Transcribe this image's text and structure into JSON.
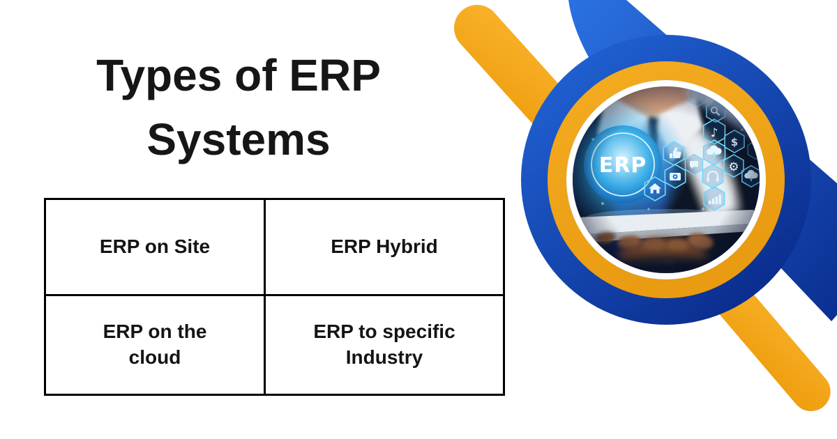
{
  "title": {
    "line1": "Types of ERP",
    "line2": "Systems"
  },
  "table": {
    "rows": [
      [
        "ERP on Site",
        "ERP Hybrid"
      ],
      [
        "ERP on the cloud",
        "ERP to specific Industry"
      ]
    ]
  },
  "illustration": {
    "erp_label": "ERP",
    "glyphs": {
      "music": "♪",
      "dollar": "$",
      "gear": "⚙"
    },
    "icons": [
      "search-icon",
      "music-note-icon",
      "dollar-icon",
      "thumbs-up-icon",
      "cloud-upload-icon",
      "gear-icon",
      "chat-screen-icon",
      "camera-icon",
      "headset-icon",
      "cloud-sync-icon",
      "home-icon",
      "bar-chart-icon"
    ],
    "colors": {
      "background": "#FFFFFF",
      "text": "#161616",
      "table_border": "#000000",
      "blue_light": "#2B71E2",
      "blue_dark": "#082B8D",
      "orange": "#F5AB1E",
      "orange_deep": "#EE9D0E",
      "ring_orange": "#F0A41C",
      "cyan_glow": "#38ADE8"
    }
  }
}
